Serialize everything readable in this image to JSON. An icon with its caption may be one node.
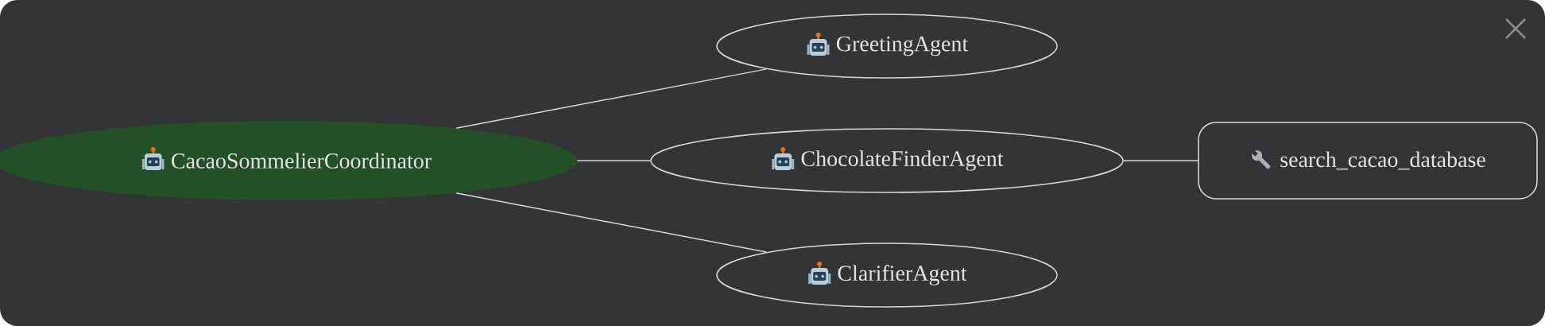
{
  "diagram": {
    "nodes": [
      {
        "text": [
          "CacaoSommelierCoordinator"
        ]
      },
      {
        "text": [
          "GreetingAgent"
        ]
      },
      {
        "text": [
          "ChocolateFinderAgent"
        ]
      },
      {
        "text": [
          "ClarifierAgent"
        ]
      },
      {
        "text": [
          "search_cacao_database"
        ]
      }
    ],
    "edges": [
      {
        "from": 0,
        "to": 1,
        "arrow": "none"
      },
      {
        "from": 0,
        "to": 2,
        "arrow": "none"
      },
      {
        "from": 0,
        "to": 3,
        "arrow": "none"
      },
      {
        "from": 2,
        "to": 4,
        "arrow": "none"
      }
    ]
  }
}
